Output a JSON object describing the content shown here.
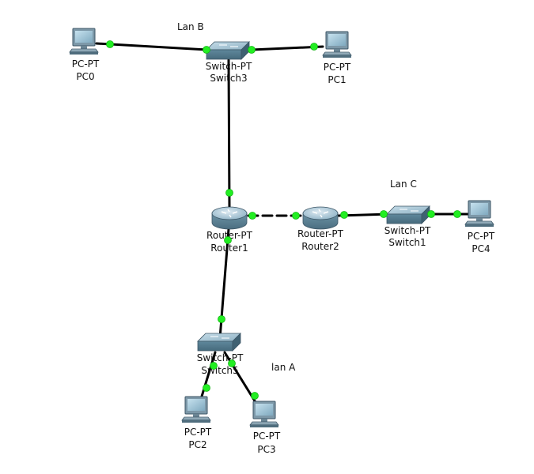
{
  "diagram": {
    "lan_labels": {
      "lan_b": "Lan B",
      "lan_c": "Lan C",
      "lan_a": "lan A"
    },
    "devices": {
      "pc0": {
        "type": "PC-PT",
        "name": "PC0"
      },
      "pc1": {
        "type": "PC-PT",
        "name": "PC1"
      },
      "pc2": {
        "type": "PC-PT",
        "name": "PC2"
      },
      "pc3": {
        "type": "PC-PT",
        "name": "PC3"
      },
      "pc4": {
        "type": "PC-PT",
        "name": "PC4"
      },
      "switch3": {
        "type": "Switch-PT",
        "name": "Switch3"
      },
      "switch1": {
        "type": "Switch-PT",
        "name": "Switch1"
      },
      "switch5": {
        "type": "Switch-PT",
        "name": "Switch5"
      },
      "router1": {
        "type": "Router-PT",
        "name": "Router1"
      },
      "router2": {
        "type": "Router-PT",
        "name": "Router2"
      }
    },
    "links": [
      {
        "from": "PC0",
        "to": "Switch3",
        "style": "solid"
      },
      {
        "from": "Switch3",
        "to": "PC1",
        "style": "solid"
      },
      {
        "from": "Switch3",
        "to": "Router1",
        "style": "solid"
      },
      {
        "from": "Router1",
        "to": "Router2",
        "style": "dashed"
      },
      {
        "from": "Router2",
        "to": "Switch1",
        "style": "solid"
      },
      {
        "from": "Switch1",
        "to": "PC4",
        "style": "solid"
      },
      {
        "from": "Router1",
        "to": "Switch5",
        "style": "solid"
      },
      {
        "from": "Switch5",
        "to": "PC2",
        "style": "solid"
      },
      {
        "from": "Switch5",
        "to": "PC3",
        "style": "solid"
      }
    ],
    "colors": {
      "port": "#22ee22",
      "link": "#000000",
      "device": "#6f9bb0"
    }
  }
}
